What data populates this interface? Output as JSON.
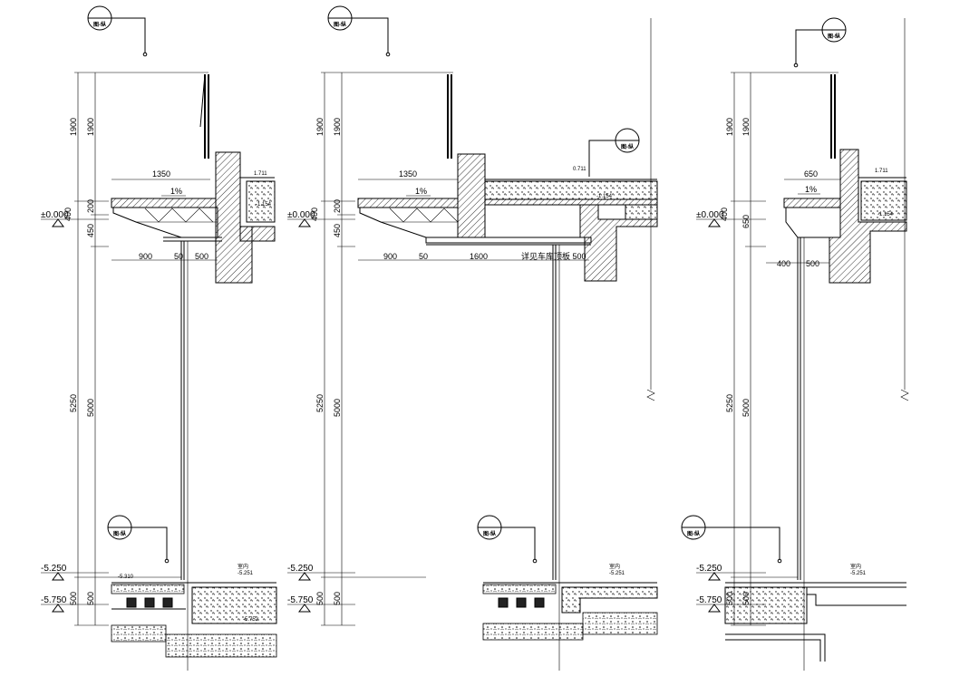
{
  "sections": [
    {
      "id": "A",
      "callout_top": "图-纵",
      "callout_bottom": "图-纵",
      "dim_outer": [
        "1900",
        "5250",
        "500"
      ],
      "dim_inner": [
        "1900",
        "200",
        "450",
        "5000",
        "500"
      ],
      "dim_inner_small": "400",
      "dim_top": "1350",
      "slope": "1%",
      "dim_bottom": [
        "900",
        "50",
        "500"
      ],
      "level_zero": "±0.000",
      "level_low1": "-5.250",
      "level_low2": "-5.750",
      "level_roof": "1.711",
      "level_roof2": "-1.154",
      "level_pit": "-5.310",
      "level_floor": "-5.251",
      "level_base": "-5.752",
      "note_floor": "室内"
    },
    {
      "id": "B",
      "callout_top": "图-纵",
      "callout_bottom": "图-纵",
      "callout_right": "图-纵",
      "dim_outer": [
        "1900",
        "5250",
        "500"
      ],
      "dim_inner": [
        "1900",
        "200",
        "450",
        "5000",
        "500"
      ],
      "dim_inner_small": "400",
      "dim_top": "1350",
      "slope": "1%",
      "dim_bottom": [
        "900",
        "50",
        "1600"
      ],
      "note_bottom": "详见车库顶板 500",
      "level_zero": "±0.000",
      "level_low1": "-5.250",
      "level_low2": "-5.750",
      "level_roof": "0.711",
      "level_roof2": "-1.154",
      "level_floor": "-5.251",
      "note_floor": "室内"
    },
    {
      "id": "C",
      "callout_top": "图-纵",
      "callout_bottom": "图-纵",
      "dim_outer": [
        "1900",
        "5250",
        "500"
      ],
      "dim_inner": [
        "1900",
        "650",
        "5000",
        "500"
      ],
      "dim_inner_small": "400",
      "dim_top": "650",
      "slope": "1%",
      "dim_bottom": [
        "400",
        "500"
      ],
      "level_zero": "±0.000",
      "level_low1": "-5.250",
      "level_low2": "-5.750",
      "level_roof": "1.711",
      "level_roof2": "-1.154",
      "level_floor": "-5.251",
      "note_floor": "室内"
    }
  ]
}
